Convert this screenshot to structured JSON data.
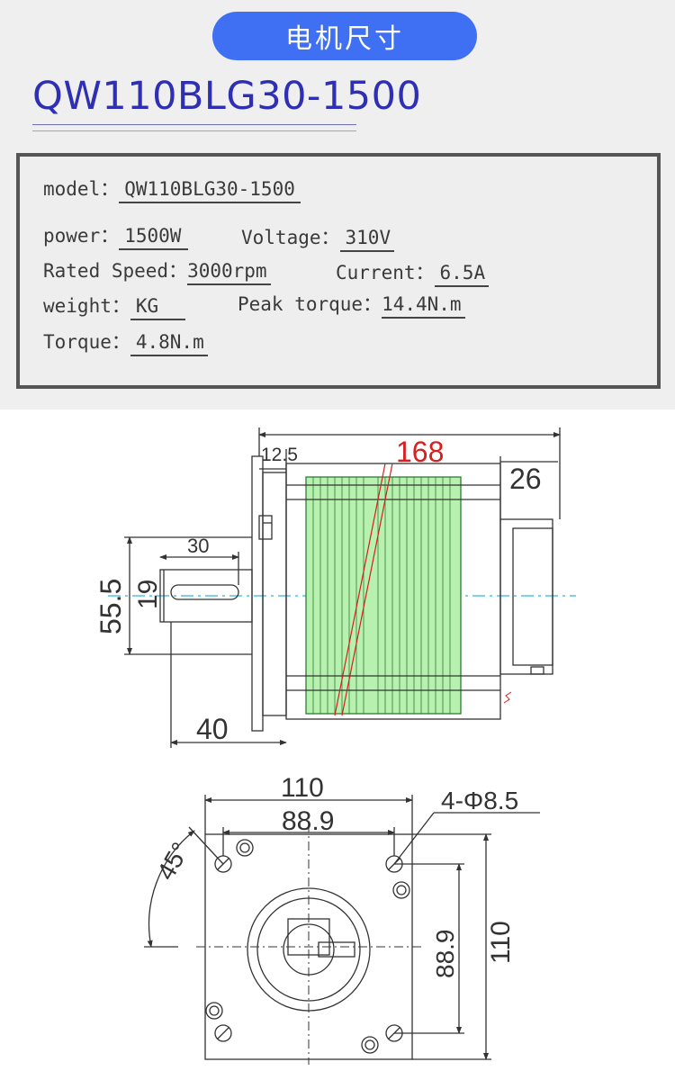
{
  "header": {
    "banner": "电机尺寸",
    "model_title": "QW110BLG30-1500"
  },
  "specs": {
    "model_label": "model：",
    "model_value": "QW110BLG30-1500",
    "power_label": "power：",
    "power_value": "1500W",
    "voltage_label": "Voltage：",
    "voltage_value": "310V",
    "rated_speed_label": "Rated Speed：",
    "rated_speed_value": "3000rpm",
    "current_label": "Current：",
    "current_value": "6.5A",
    "weight_label": "weight：",
    "weight_value": "KG",
    "peak_torque_label": "Peak torque：",
    "peak_torque_value": "14.4N.m",
    "torque_label": "Torque：",
    "torque_value": "4.8N.m"
  },
  "side_view": {
    "flange_thickness": "12.5",
    "body_length": "168",
    "rear_length": "26",
    "shaft_key_length": "30",
    "shaft_pilot_diameter": "55.5",
    "shaft_diameter": "19",
    "shaft_length": "40"
  },
  "front_view": {
    "flange_width": "110",
    "hole_spacing_x": "88.9",
    "mounting_holes": "4-Φ8.5",
    "hole_angle": "45°",
    "hole_spacing_y": "88.9",
    "flange_height": "110"
  },
  "colors": {
    "banner_bg": "#3f6ff2",
    "title_text": "#2f2fb4",
    "body_length_text": "#d81e1e",
    "stator_fill": "#b8f0b0",
    "centerline": "#2fb8e0"
  }
}
